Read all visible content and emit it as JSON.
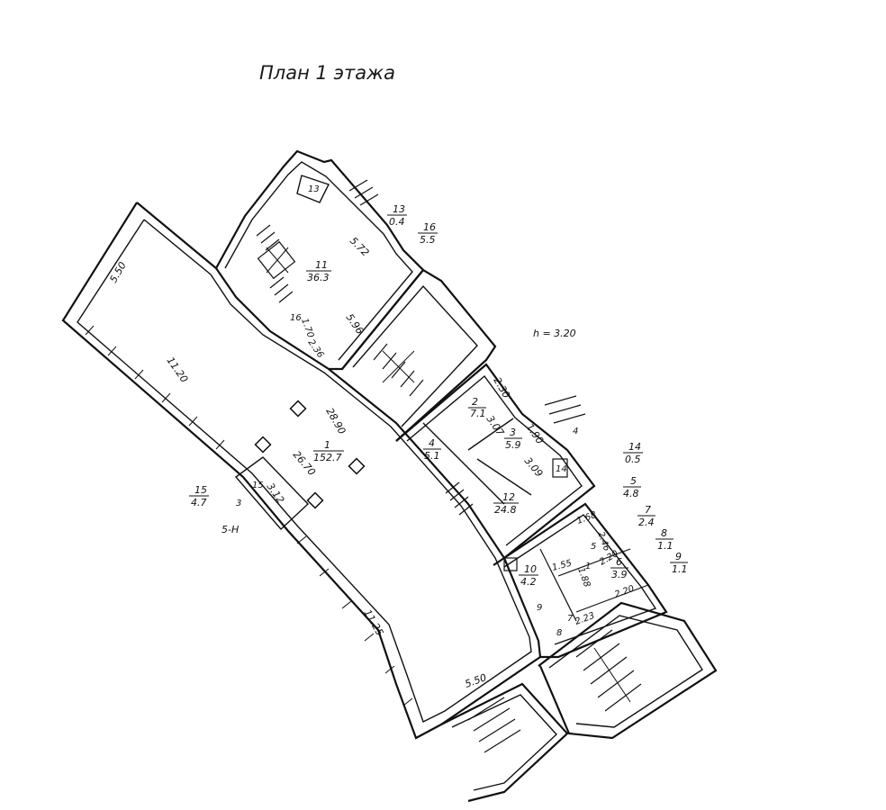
{
  "title": "План 1 этажа",
  "ceiling_height": "h = 3.20",
  "entrance_mark": "5-Н",
  "rooms": [
    {
      "num": "1",
      "area": "152.7"
    },
    {
      "num": "2",
      "area": "7.1"
    },
    {
      "num": "3",
      "area": "5.9"
    },
    {
      "num": "4",
      "area": "5.1"
    },
    {
      "num": "5",
      "area": "4.8"
    },
    {
      "num": "6",
      "area": "3.9"
    },
    {
      "num": "7",
      "area": "2.4"
    },
    {
      "num": "8",
      "area": "1.1"
    },
    {
      "num": "9",
      "area": "1.1"
    },
    {
      "num": "10",
      "area": "4.2"
    },
    {
      "num": "11",
      "area": "36.3"
    },
    {
      "num": "12",
      "area": "24.8"
    },
    {
      "num": "13",
      "area": "0.4"
    },
    {
      "num": "14",
      "area": "0.5"
    },
    {
      "num": "15",
      "area": "4.7"
    },
    {
      "num": "16",
      "area": "5.5"
    }
  ],
  "dimensions": {
    "d550a": "5.50",
    "d1120": "11.20",
    "d2890": "28.90",
    "d2670": "26.70",
    "d1125": "11.25",
    "d550b": "5.50",
    "d572": "5.72",
    "d596": "5.96",
    "d170": "1.70",
    "d236": "2.36",
    "d230": "2.30",
    "d307": "3.07",
    "d190": "1.90",
    "d309": "3.09",
    "d312": "3.12",
    "d168": "1.68",
    "d246": "2.46",
    "d220a": "2.20",
    "d155": "1.55",
    "d188": "1.88",
    "d220b": "2.20",
    "d223": "2.23"
  },
  "in_plan_numbers": {
    "n13": "13",
    "n16": "16",
    "n15": "15",
    "n14": "14",
    "n4": "4",
    "n5": "5",
    "n7": "7",
    "n8": "8",
    "n9": "9",
    "n1": "1",
    "n3": "3"
  }
}
